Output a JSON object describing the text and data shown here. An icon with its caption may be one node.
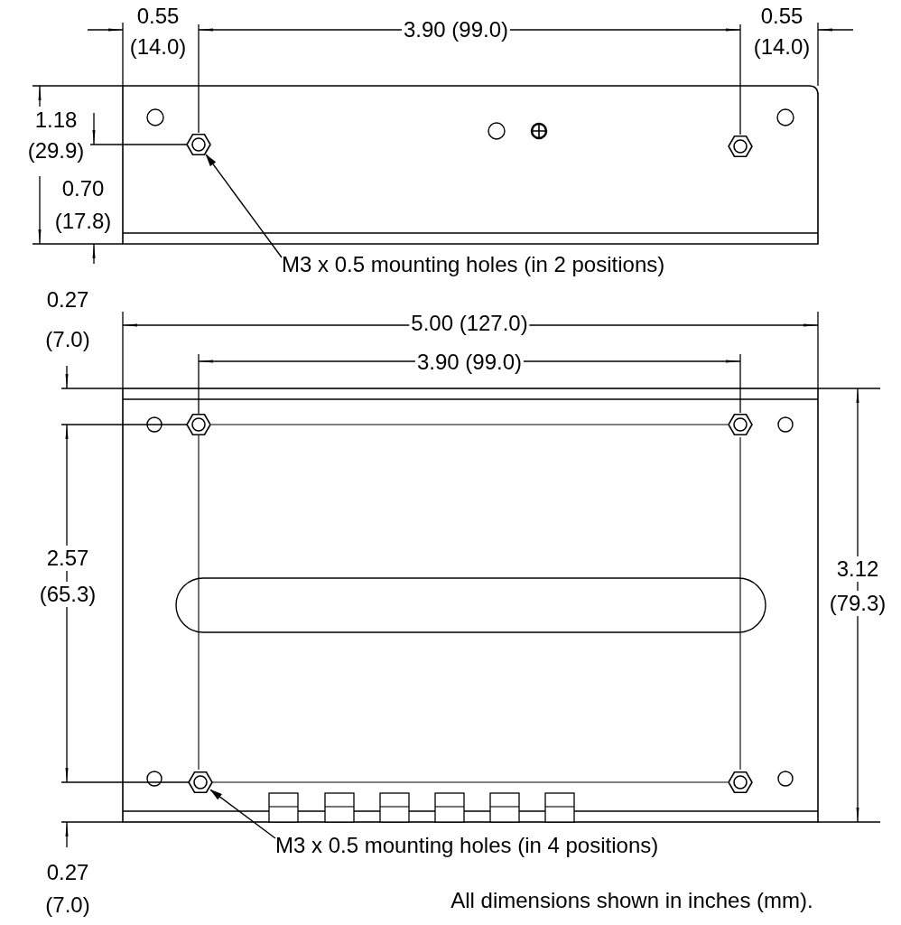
{
  "diagram": {
    "nodes": [
      {
        "text": [
          "M3 x 0.5 mounting holes (in 2 positions)"
        ]
      },
      {
        "text": [],
        "shape": "hexagon"
      },
      {
        "text": [
          "M3 x 0.5 mounting holes (in 4 positions)"
        ]
      },
      {
        "text": [],
        "shape": "hexagon"
      }
    ],
    "edges": [
      {
        "from": 0,
        "to": 1,
        "arrow": "to"
      },
      {
        "from": 2,
        "to": 3,
        "arrow": "to"
      }
    ],
    "labels": [
      "0.55",
      "(14.0)",
      "3.90 (99.0)",
      "0.55",
      "(14.0)",
      "1.18",
      "(29.9)",
      "0.70",
      "(17.8)",
      "0.27",
      "(7.0)",
      "5.00 (127.0)",
      "3.90 (99.0)",
      "2.57",
      "(65.3)",
      "3.12",
      "(79.3)",
      "0.27",
      "(7.0)",
      "All dimensions shown in inches (mm)."
    ]
  }
}
